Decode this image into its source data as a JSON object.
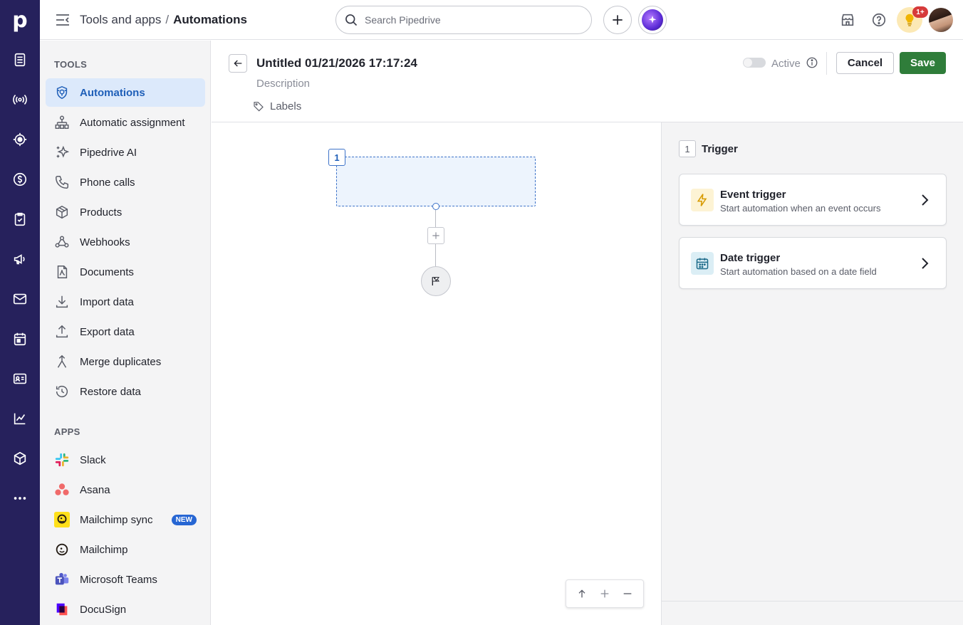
{
  "rail": {
    "logo": "p",
    "items": [
      "leads-icon",
      "signal-icon",
      "target-icon",
      "deals-icon",
      "tasks-icon",
      "campaigns-icon",
      "mail-icon",
      "calendar-icon",
      "contacts-icon",
      "insights-icon",
      "products-icon",
      "more-icon"
    ]
  },
  "header": {
    "breadcrumb_parent": "Tools and apps",
    "breadcrumb_sep": "/",
    "breadcrumb_current": "Automations",
    "search_placeholder": "Search Pipedrive",
    "notification_count": "1+"
  },
  "sidebar": {
    "tools_title": "TOOLS",
    "tools": [
      {
        "label": "Automations",
        "icon": "automations-icon"
      },
      {
        "label": "Automatic assignment",
        "icon": "assignment-icon"
      },
      {
        "label": "Pipedrive AI",
        "icon": "sparkle-icon"
      },
      {
        "label": "Phone calls",
        "icon": "phone-icon"
      },
      {
        "label": "Products",
        "icon": "box-icon"
      },
      {
        "label": "Webhooks",
        "icon": "webhook-icon"
      },
      {
        "label": "Documents",
        "icon": "document-icon"
      },
      {
        "label": "Import data",
        "icon": "download-icon"
      },
      {
        "label": "Export data",
        "icon": "upload-icon"
      },
      {
        "label": "Merge duplicates",
        "icon": "merge-icon"
      },
      {
        "label": "Restore data",
        "icon": "restore-icon"
      }
    ],
    "apps_title": "APPS",
    "apps": [
      {
        "label": "Slack",
        "icon": "slack-icon"
      },
      {
        "label": "Asana",
        "icon": "asana-icon"
      },
      {
        "label": "Mailchimp sync",
        "icon": "mailchimp-icon",
        "badge": "NEW"
      },
      {
        "label": "Mailchimp",
        "icon": "mailchimp-icon"
      },
      {
        "label": "Microsoft Teams",
        "icon": "teams-icon"
      },
      {
        "label": "DocuSign",
        "icon": "docusign-icon"
      }
    ]
  },
  "editor": {
    "title": "Untitled 01/21/2026 17:17:24",
    "description_placeholder": "Description",
    "labels_text": "Labels",
    "active_label": "Active",
    "cancel_label": "Cancel",
    "save_label": "Save"
  },
  "canvas": {
    "step_number": "1"
  },
  "panel": {
    "step_number": "1",
    "title": "Trigger",
    "cards": [
      {
        "name": "Event trigger",
        "desc": "Start automation when an event occurs",
        "icon": "lightning-icon"
      },
      {
        "name": "Date trigger",
        "desc": "Start automation based on a date field",
        "icon": "calendar-icon"
      }
    ]
  },
  "colors": {
    "rail_bg": "#26215c",
    "accent_blue": "#1f5fb8",
    "save_green": "#2f7d3a"
  }
}
